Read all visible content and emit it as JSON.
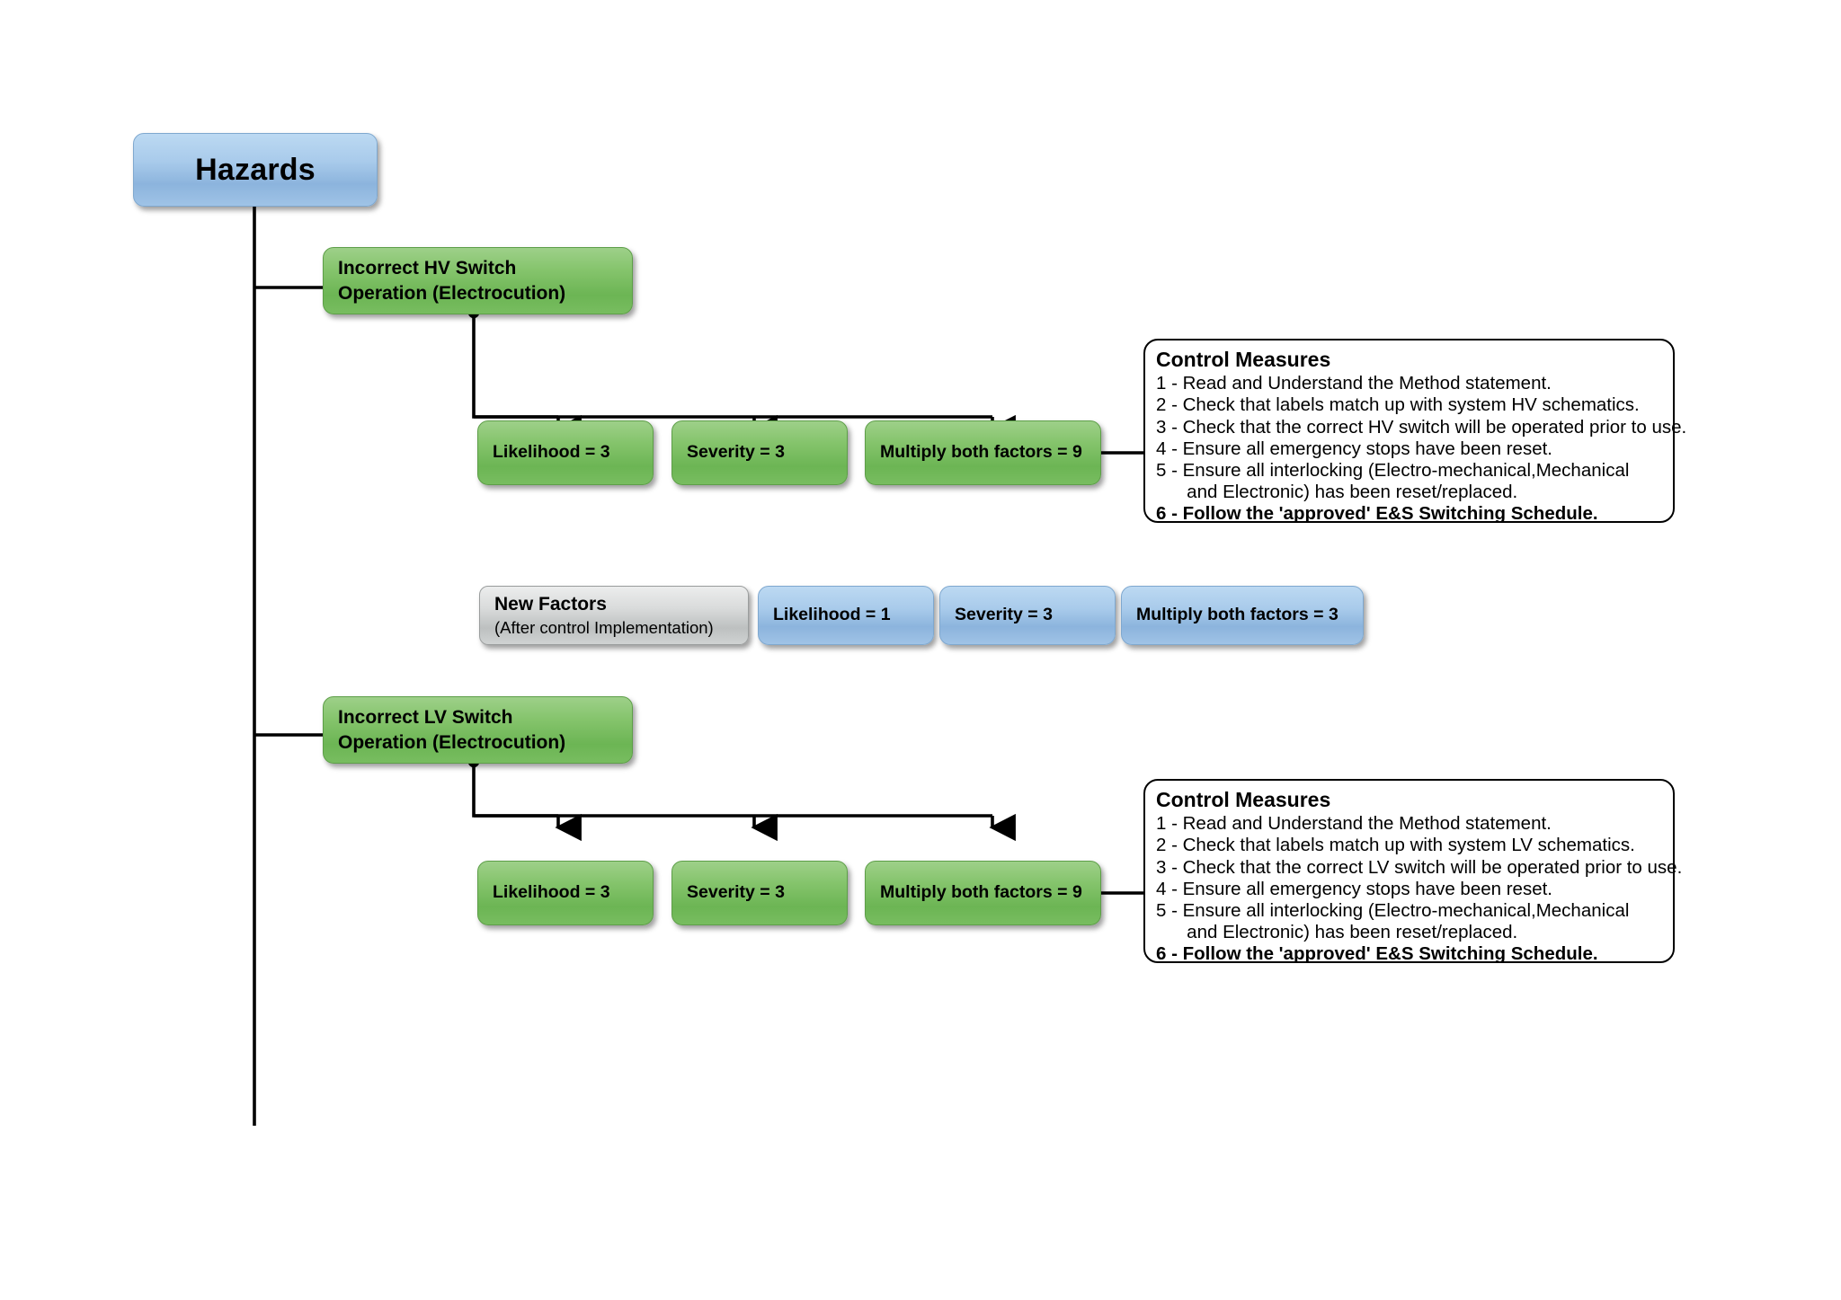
{
  "diagram": {
    "root": {
      "label": "Hazards"
    },
    "branches": [
      {
        "id": "hv",
        "hazard_label": "Incorrect HV Switch\nOperation (Electrocution)",
        "hazard_line1": "Incorrect HV Switch",
        "hazard_line2": "Operation (Electrocution)",
        "factors": [
          {
            "name": "likelihood",
            "label": "Likelihood = 3"
          },
          {
            "name": "severity",
            "label": "Severity = 3"
          },
          {
            "name": "multiply",
            "label": "Multiply both factors = 9"
          }
        ],
        "control_measures": {
          "title": "Control Measures",
          "items": [
            {
              "text": "1 - Read and Understand the Method statement.",
              "bold": false
            },
            {
              "text": "2 - Check that labels match up with system HV schematics.",
              "bold": false
            },
            {
              "text": "3 - Check that the correct HV switch will be operated prior to use.",
              "bold": false
            },
            {
              "text": "4 - Ensure all emergency stops have been reset.",
              "bold": false
            },
            {
              "text": "5 - Ensure all interlocking (Electro-mechanical,Mechanical",
              "bold": false
            },
            {
              "text": "      and Electronic) has been reset/replaced.",
              "bold": false
            },
            {
              "text": "6 - Follow the 'approved' E&S Switching Schedule.",
              "bold": true
            }
          ]
        }
      },
      {
        "id": "lv",
        "hazard_label": "Incorrect LV Switch\nOperation (Electrocution)",
        "hazard_line1": "Incorrect LV Switch",
        "hazard_line2": "Operation (Electrocution)",
        "factors": [
          {
            "name": "likelihood",
            "label": "Likelihood = 3"
          },
          {
            "name": "severity",
            "label": "Severity = 3"
          },
          {
            "name": "multiply",
            "label": "Multiply both factors = 9"
          }
        ],
        "control_measures": {
          "title": "Control Measures",
          "items": [
            {
              "text": "1 - Read and Understand the Method statement.",
              "bold": false
            },
            {
              "text": "2 - Check that labels match up with system LV schematics.",
              "bold": false
            },
            {
              "text": "3 - Check that the correct LV switch will be operated prior to use.",
              "bold": false
            },
            {
              "text": "4 - Ensure all emergency stops have been reset.",
              "bold": false
            },
            {
              "text": "5 - Ensure all interlocking (Electro-mechanical,Mechanical",
              "bold": false
            },
            {
              "text": "      and Electronic) has been reset/replaced.",
              "bold": false
            },
            {
              "text": "6 - Follow the 'approved' E&S Switching Schedule.",
              "bold": true
            }
          ]
        }
      }
    ],
    "new_factors": {
      "title": "New Factors",
      "subtitle": "(After control Implementation)",
      "items": [
        {
          "name": "likelihood",
          "label": "Likelihood = 1"
        },
        {
          "name": "severity",
          "label": "Severity = 3"
        },
        {
          "name": "multiply",
          "label": "Multiply both factors = 3"
        }
      ]
    },
    "colors": {
      "hazard_root": "#a9cbeb",
      "hazard_node": "#85c46c",
      "new_factor_node": "#a9cbeb",
      "new_factor_header": "#d9dbdb",
      "line": "#000000",
      "panel_border": "#000000",
      "background": "#ffffff"
    }
  }
}
